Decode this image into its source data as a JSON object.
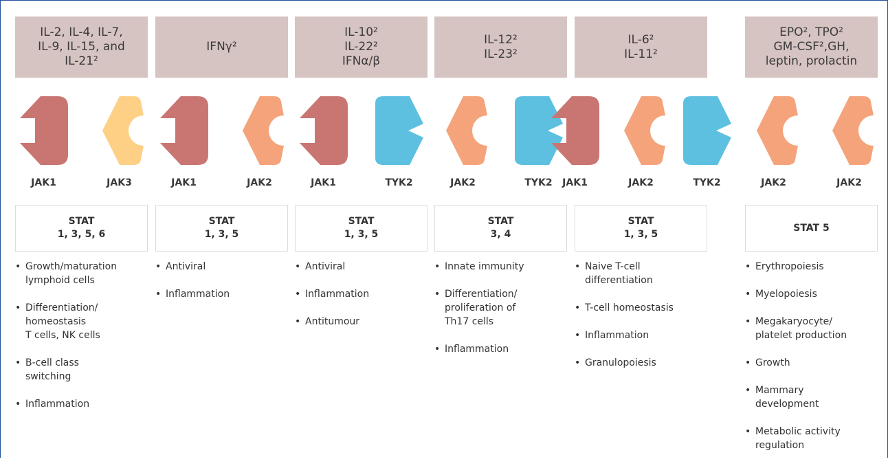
{
  "colors": {
    "JAK1": "#c97673",
    "JAK2": "#f4a37b",
    "JAK3": "#fdd086",
    "TYK2": "#5ec0e0",
    "header_bg": "#d6c4c2",
    "frame": "#1f4e9a"
  },
  "columns": [
    {
      "header_lines": [
        "IL-2, IL-4, IL-7,",
        "IL-9, IL-15, and",
        "IL-21²"
      ],
      "jaks": [
        "JAK1",
        "JAK3"
      ],
      "stat_line1": "STAT",
      "stat_line2": "1, 3, 5, 6",
      "functions": [
        "Growth/maturation\nlymphoid cells",
        "Differentiation/\nhomeostasis\nT cells, NK cells",
        "B-cell class\nswitching",
        "Inflammation"
      ]
    },
    {
      "header_lines": [
        "IFNγ²"
      ],
      "jaks": [
        "JAK1",
        "JAK2"
      ],
      "stat_line1": "STAT",
      "stat_line2": "1, 3, 5",
      "functions": [
        "Antiviral",
        "Inflammation"
      ]
    },
    {
      "header_lines": [
        "IL-10²",
        "IL-22²",
        "IFNα/β"
      ],
      "jaks": [
        "JAK1",
        "TYK2"
      ],
      "stat_line1": "STAT",
      "stat_line2": "1, 3, 5",
      "functions": [
        "Antiviral",
        "Inflammation",
        "Antitumour"
      ]
    },
    {
      "header_lines": [
        "IL-12²",
        "IL-23²"
      ],
      "jaks": [
        "JAK2",
        "TYK2"
      ],
      "stat_line1": "STAT",
      "stat_line2": "3, 4",
      "functions": [
        "Innate immunity",
        "Differentiation/\nproliferation of\nTh17 cells",
        "Inflammation"
      ]
    },
    {
      "header_lines": [
        "IL-6²",
        "IL-11²"
      ],
      "jaks": [
        "JAK1",
        "JAK2",
        "TYK2"
      ],
      "stat_line1": "STAT",
      "stat_line2": "1, 3, 5",
      "functions": [
        "Naive T-cell differentiation",
        "T-cell homeostasis",
        "Inflammation",
        "Granulopoiesis"
      ]
    },
    {
      "header_lines": [
        "EPO², TPO²",
        "GM-CSF²,GH,",
        "leptin, prolactin"
      ],
      "jaks": [
        "JAK2",
        "JAK2"
      ],
      "stat_line1": "STAT 5",
      "stat_line2": "",
      "functions": [
        "Erythropoiesis",
        "Myelopoiesis",
        "Megakaryocyte/\nplatelet production",
        "Growth",
        "Mammary\ndevelopment",
        "Metabolic activity\nregulation"
      ]
    }
  ]
}
